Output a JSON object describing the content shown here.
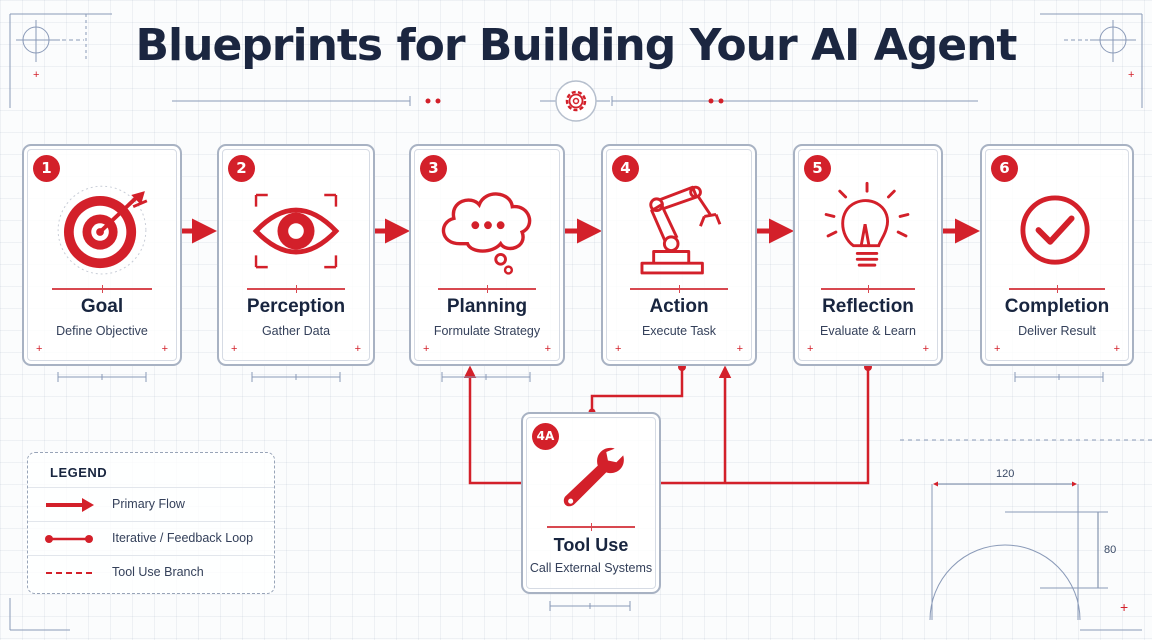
{
  "title": "Blueprints for Building Your AI Agent",
  "steps": [
    {
      "badge": "1",
      "name": "Goal",
      "desc": "Define Objective",
      "icon": "target-icon"
    },
    {
      "badge": "2",
      "name": "Perception",
      "desc": "Gather Data",
      "icon": "eye-icon"
    },
    {
      "badge": "3",
      "name": "Planning",
      "desc": "Formulate Strategy",
      "icon": "thought-bubble-icon"
    },
    {
      "badge": "4",
      "name": "Action",
      "desc": "Execute Task",
      "icon": "robot-arm-icon"
    },
    {
      "badge": "5",
      "name": "Reflection",
      "desc": "Evaluate & Learn",
      "icon": "lightbulb-icon"
    },
    {
      "badge": "6",
      "name": "Completion",
      "desc": "Deliver Result",
      "icon": "checkmark-icon"
    }
  ],
  "tool_step": {
    "badge": "4A",
    "name": "Tool Use",
    "desc": "Call External Systems",
    "icon": "wrench-icon"
  },
  "legend": {
    "title": "LEGEND",
    "items": [
      {
        "label": "Primary Flow",
        "symbol": "arrow"
      },
      {
        "label": "Iterative / Feedback Loop",
        "symbol": "dot-line"
      },
      {
        "label": "Tool Use Branch",
        "symbol": "dashed"
      }
    ]
  },
  "dimensions": {
    "width": "120",
    "height": "80"
  },
  "colors": {
    "accent": "#d3202a",
    "ink": "#1b2640",
    "blueprint": "#8a9ab8"
  }
}
